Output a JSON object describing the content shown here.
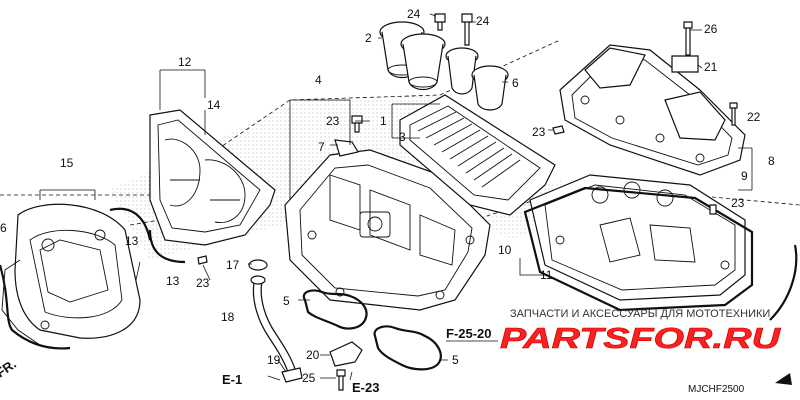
{
  "diagram": {
    "callouts": [
      "1",
      "2",
      "3",
      "4",
      "5",
      "5",
      "6",
      "6",
      "7",
      "8",
      "9",
      "10",
      "11",
      "12",
      "13",
      "13",
      "14",
      "15",
      "17",
      "18",
      "19",
      "20",
      "21",
      "22",
      "23",
      "23",
      "23",
      "23",
      "24",
      "24",
      "25",
      "26"
    ],
    "references": {
      "f_25_20": "F-25-20",
      "e_1": "E-1",
      "e_23": "E-23",
      "fr": "FR."
    },
    "diagram_code": "MJCHF2500"
  },
  "watermark": {
    "caption": "ЗАПЧАСТИ И АКСЕССУАРЫ ДЛЯ МОТОТЕХНИКИ",
    "logo": "PARTSFOR.RU"
  }
}
